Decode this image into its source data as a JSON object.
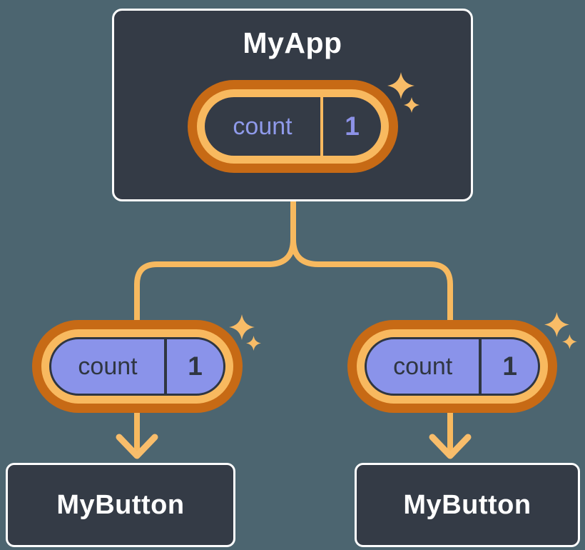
{
  "diagram": {
    "kind": "react-state-tree",
    "root": {
      "title": "MyApp",
      "state": {
        "label": "count",
        "value": "1"
      }
    },
    "children": [
      {
        "title": "MyButton",
        "prop": {
          "label": "count",
          "value": "1"
        }
      },
      {
        "title": "MyButton",
        "prop": {
          "label": "count",
          "value": "1"
        }
      }
    ],
    "icons": [
      "sparkles-icon",
      "arrow-down-icon"
    ],
    "colors": {
      "background": "#4c6570",
      "node_fill": "#343b46",
      "node_border": "#ffffff",
      "ring_outer_orange": "#c76a15",
      "ring_inner_orange": "#f8b95f",
      "connector_orange": "#f7b95f",
      "sparkle_orange": "#f8bc67",
      "prop_purple_fill": "#8a93ea",
      "state_text_purple": "#8f9aea",
      "dark_text": "#2f3641",
      "light_text": "#ffffff"
    }
  }
}
